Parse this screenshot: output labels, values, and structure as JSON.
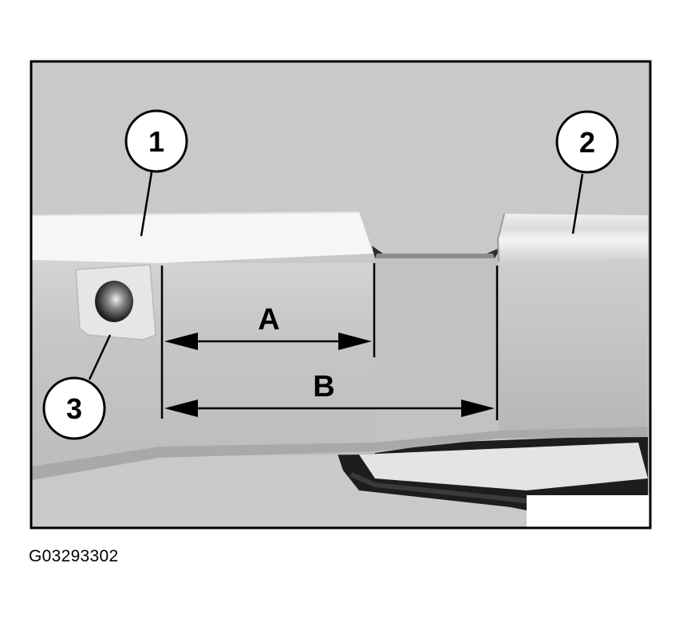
{
  "callouts": [
    {
      "id": "callout-1",
      "label": "1"
    },
    {
      "id": "callout-2",
      "label": "2"
    },
    {
      "id": "callout-3",
      "label": "3"
    }
  ],
  "dimensions": {
    "a_label": "A",
    "b_label": "B"
  },
  "figure_id": "G03293302",
  "colors": {
    "background": "#c9c9c9",
    "frame": "#000000",
    "trim_light": "#f3f3f3",
    "trim_shadow": "#b4b4b4"
  }
}
